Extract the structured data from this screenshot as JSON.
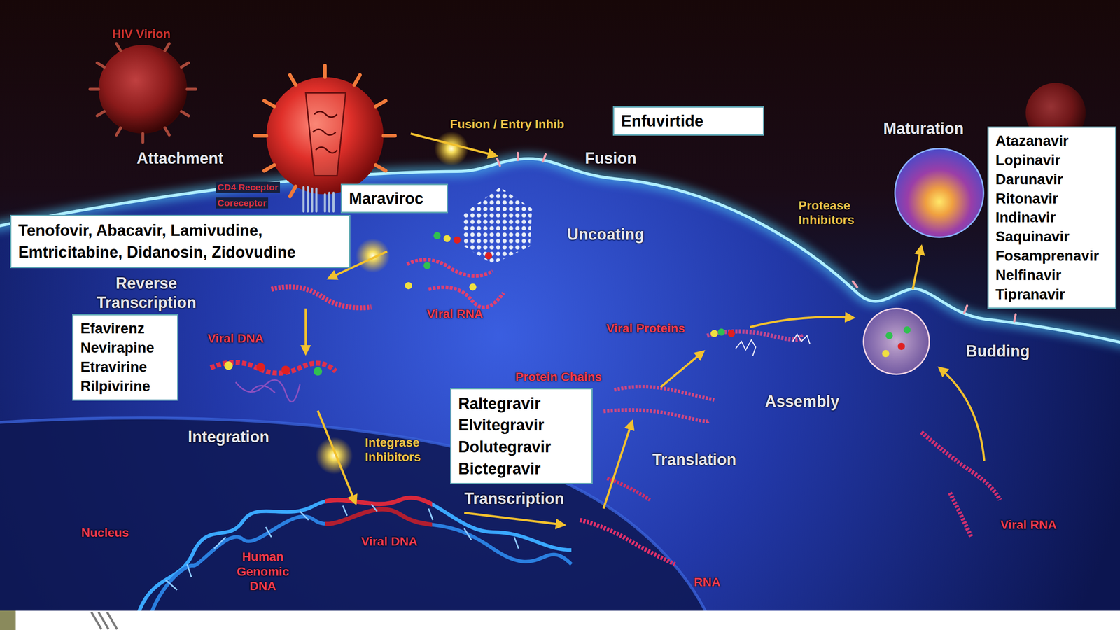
{
  "diagram": {
    "nodes": [
      {
        "text": [
          "Enfuvirtide"
        ]
      },
      {
        "text": [
          "Maraviroc"
        ]
      },
      {
        "text": [
          "Tenofovir, Abacavir, Lamivudine, Emtricitabine, Didanosin, Zidovudine"
        ]
      },
      {
        "text": [
          "Efavirenz",
          "Nevirapine",
          "Etravirine",
          "Rilpivirine"
        ]
      },
      {
        "text": [
          "Raltegravir",
          "Elvitegravir",
          "Dolutegravir",
          "Bictegravir"
        ]
      },
      {
        "text": [
          "Atazanavir",
          "Lopinavir",
          "Darunavir",
          "Ritonavir",
          "Indinavir",
          "Saquinavir",
          "Fosamprenavir",
          "Nelfinavir",
          "Tipranavir"
        ]
      }
    ],
    "labels": [
      "HIV Virion",
      "Attachment",
      "CD4 Receptor",
      "Coreceptor",
      "Fusion / Entry Inhib",
      "Fusion",
      "Uncoating",
      "Viral RNA",
      "Reverse Transcription",
      "Viral DNA",
      "Integration",
      "Integrase Inhibitors",
      "Transcription",
      "Nucleus",
      "Human Genomic DNA",
      "Viral DNA",
      "RNA",
      "Protein Chains",
      "Translation",
      "Viral Proteins",
      "Assembly",
      "Budding",
      "Viral RNA",
      "Protease Inhibitors",
      "Maturation"
    ]
  }
}
